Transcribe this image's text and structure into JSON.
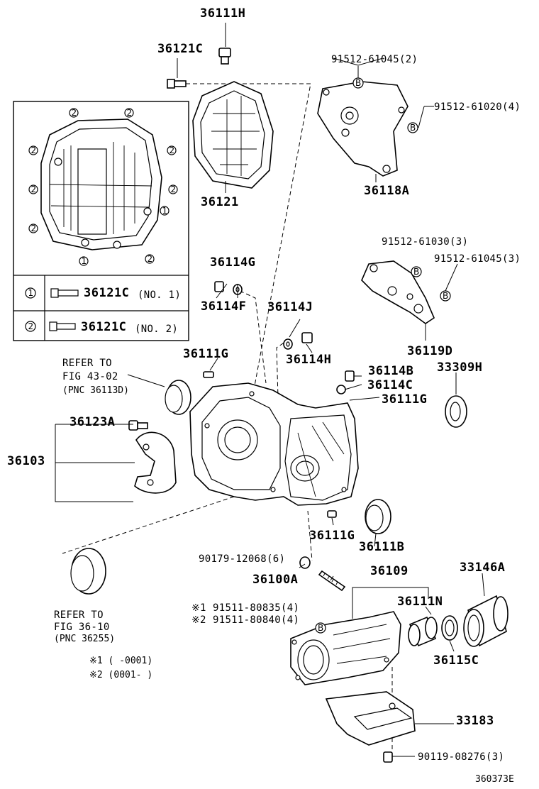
{
  "labels": {
    "p36111H_top": "36111H",
    "p36121C_top": "36121C",
    "p91512_61045_top": "91512-61045(2)",
    "p91512_61020": "91512-61020(4)",
    "p36118A": "36118A",
    "p36121": "36121",
    "p91512_61030": "91512-61030(3)",
    "p91512_61045_mid": "91512-61045(3)",
    "p36114G": "36114G",
    "p36114F": "36114F",
    "p36114J": "36114J",
    "p36119D": "36119D",
    "p36111G_a": "36111G",
    "p36114H": "36114H",
    "p36114B": "36114B",
    "p33309H": "33309H",
    "p36114C": "36114C",
    "p36111G_b": "36111G",
    "p36123A": "36123A",
    "p36103": "36103",
    "p36111G_c": "36111G",
    "p36111B": "36111B",
    "p90179": "90179-12068(6)",
    "p36100A": "36100A",
    "p36109": "36109",
    "p33146A": "33146A",
    "p36111N": "36111N",
    "p91511_80835": "91511-80835(4)",
    "p91511_80840": "91511-80840(4)",
    "p36115C": "36115C",
    "p33183": "33183",
    "p90119": "90119-08276(3)"
  },
  "refer1": {
    "line1": "REFER TO",
    "line2": "FIG 43-02",
    "line3": "(PNC 36113D)"
  },
  "refer2": {
    "line1": "REFER TO",
    "line2": "FIG 36-10",
    "line3": "(PNC 36255)"
  },
  "notes": {
    "mark1": "※1",
    "mark2": "※2",
    "note1": "※1 (     -0001)",
    "note2": "※2 (0001-     )"
  },
  "inset": {
    "row1_num": "1",
    "row1_part": "36121C",
    "row1_qual": "(NO. 1)",
    "row2_num": "2",
    "row2_part": "36121C",
    "row2_qual": "(NO. 2)",
    "callout_1": "1",
    "callout_2": "2"
  },
  "marker_letter": "B",
  "figure_id": "360373E"
}
